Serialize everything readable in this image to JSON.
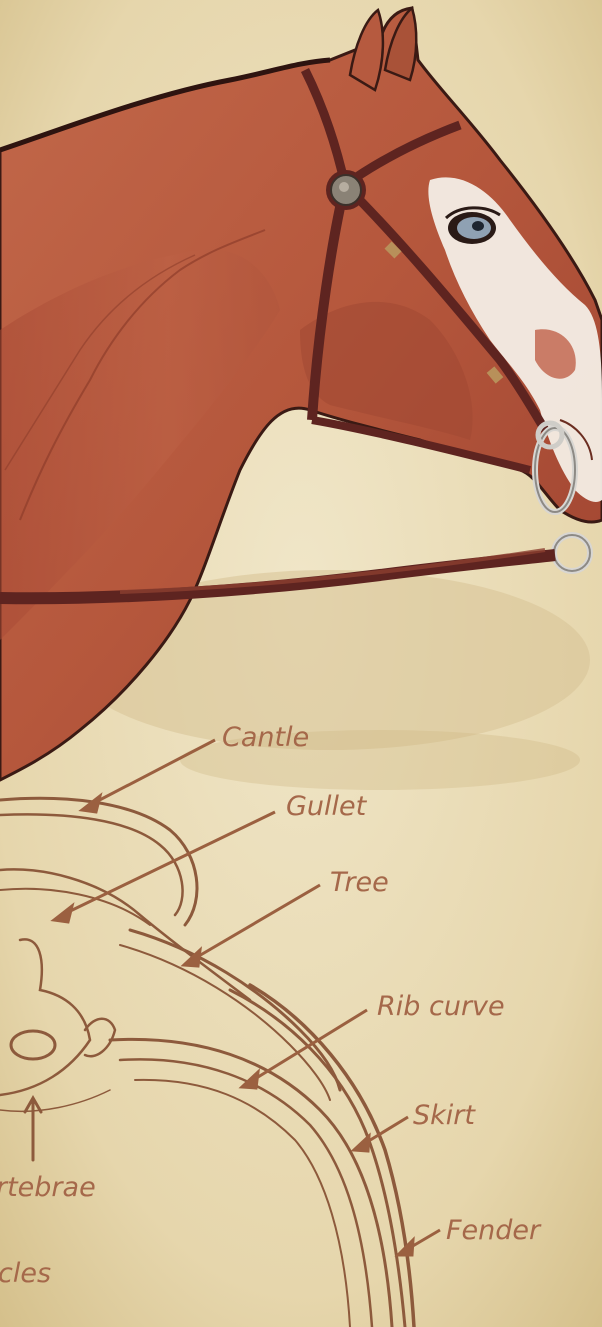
{
  "labels": {
    "cantle": "Cantle",
    "gullet": "Gullet",
    "tree": "Tree",
    "rib_curve": "Rib curve",
    "skirt": "Skirt",
    "vertebrae": "rtebrae",
    "fender": "Fender",
    "muscles": "cles"
  },
  "colors": {
    "parchment": "#e9dcb8",
    "horse_coat": "#b65a3f",
    "horse_shadow": "#8f3a2a",
    "tack_leather": "#5e2420",
    "blaze_white": "#f4eee6",
    "ink_brown": "#8d5a3c",
    "label_text": "#a5684a"
  },
  "icons": [
    "bridle-rosette-icon",
    "snaffle-bit-ring-icon",
    "horse-eye-icon"
  ]
}
